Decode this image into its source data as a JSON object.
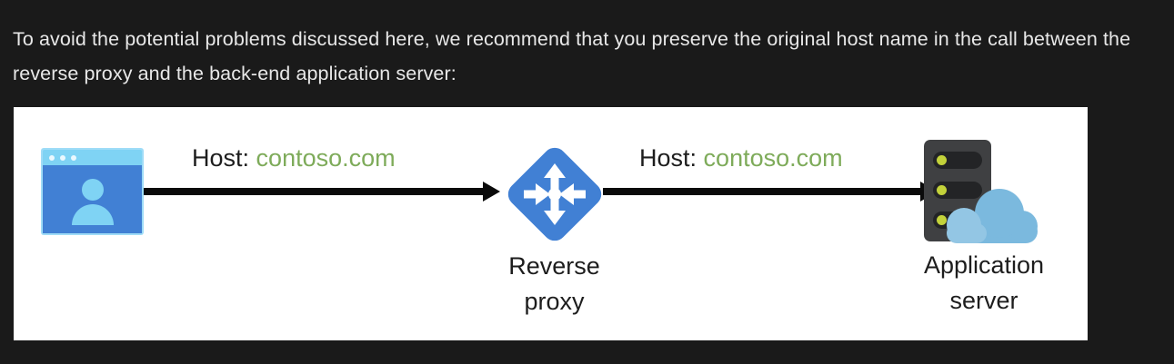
{
  "page": {
    "background_color": "#1a1a1a",
    "text_color": "#e8e8e8",
    "intro_paragraph": "To avoid the potential problems discussed here, we recommend that you preserve the original host name in the call between the reverse proxy and the back-end application server:"
  },
  "diagram": {
    "panel_background": "#ffffff",
    "nodes": {
      "client": {
        "icon_name": "browser-window-user-icon",
        "colors": {
          "window_body": "#4180d4",
          "titlebar": "#7fd3f4",
          "person": "#7fd3f4"
        }
      },
      "reverse_proxy": {
        "icon_name": "router-diamond-icon",
        "caption": "Reverse\nproxy",
        "color": "#4180d4"
      },
      "application_server": {
        "icon_name": "server-rack-cloud-icon",
        "caption": "Application\nserver",
        "colors": {
          "rack": "#3f4042",
          "slot": "#232426",
          "led": "#c3d23a",
          "cloud": "#7bb9de"
        }
      }
    },
    "edges": [
      {
        "id": "client-to-proxy",
        "label_key": "Host:",
        "label_value": "contoso.com",
        "key_color": "#1d1d1d",
        "value_color": "#7eab5a",
        "arrow_color": "#0a0a0a",
        "direction": "right"
      },
      {
        "id": "proxy-to-server",
        "label_key": "Host:",
        "label_value": "contoso.com",
        "key_color": "#1d1d1d",
        "value_color": "#7eab5a",
        "arrow_color": "#0a0a0a",
        "direction": "right"
      }
    ]
  }
}
